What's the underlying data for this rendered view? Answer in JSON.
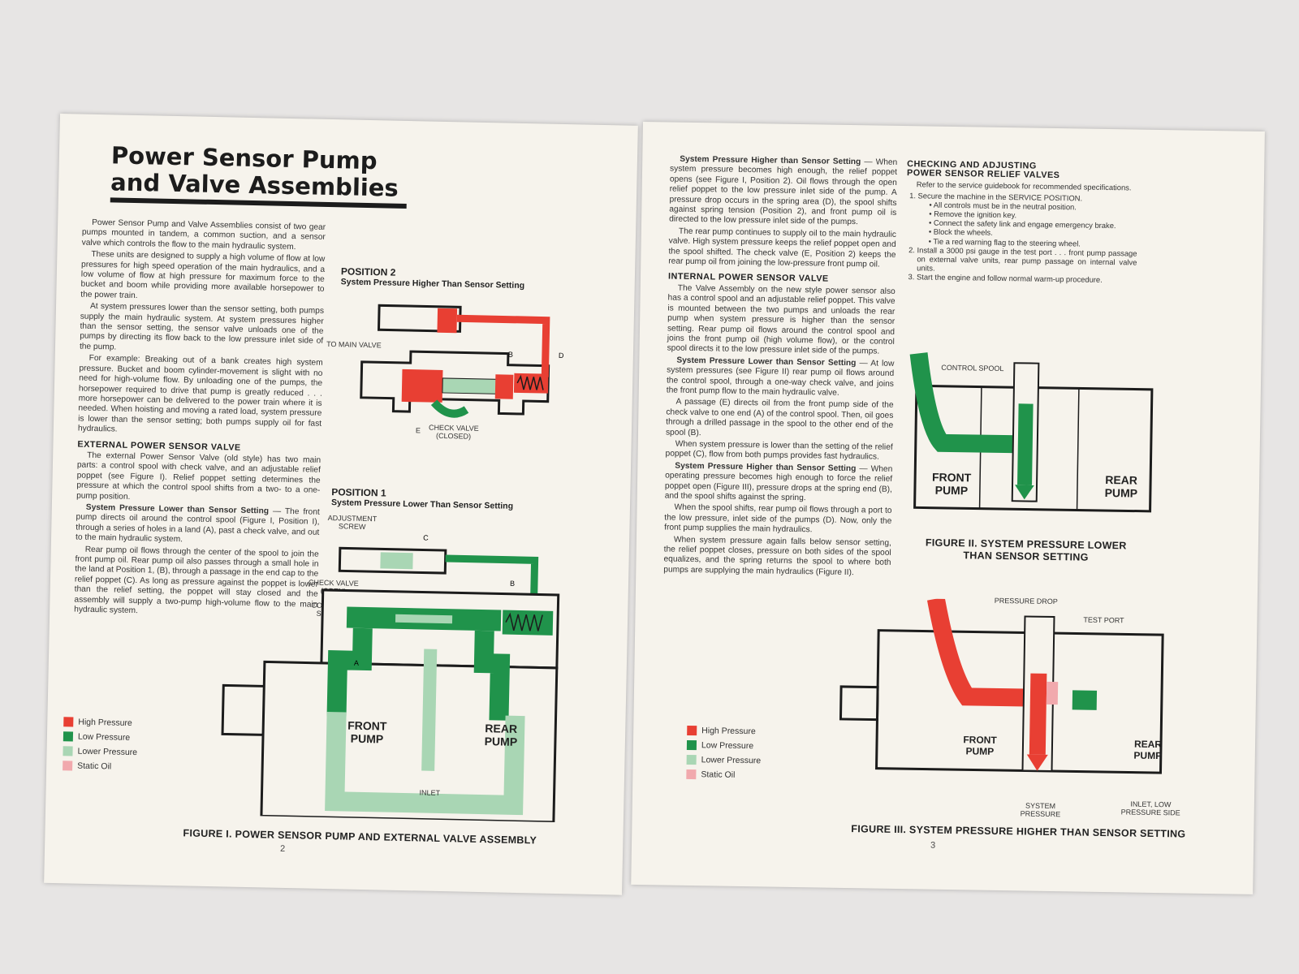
{
  "colors": {
    "high": "#e83f33",
    "low": "#20934b",
    "lower": "#a9d6b4",
    "static": "#f1a9ad",
    "ink": "#1c1c1c"
  },
  "left_page": {
    "title_line1": "Power Sensor Pump",
    "title_line2": "and Valve Assemblies",
    "intro": [
      "Power Sensor Pump and Valve Assemblies consist of two gear pumps mounted in tandem, a common suction, and a sensor valve which controls the flow to the main hydraulic system.",
      "These units are designed to supply a high volume of flow at low pressures for high speed operation of the main hydraulics, and a low volume of flow at high pressure for maximum force to the bucket and boom while providing more available horsepower to the power train.",
      "At system pressures lower than the sensor setting, both pumps supply the main hydraulic system. At system pressures higher than the sensor setting, the sensor valve unloads one of the pumps by directing its flow back to the low pressure inlet side of the pump.",
      "For example: Breaking out of a bank creates high system pressure. Bucket and boom cylinder-movement is slight with no need for high-volume flow. By unloading one of the pumps, the horsepower required to drive that pump is greatly reduced . . . more horsepower can be delivered to the power train where it is needed. When hoisting and moving a rated load, system pressure is lower than the sensor setting; both pumps supply oil for fast hydraulics."
    ],
    "external_heading": "EXTERNAL POWER SENSOR VALVE",
    "external_p1": "The external Power Sensor Valve (old style) has two main parts: a control spool with check valve, and an adjustable relief poppet (see Figure I). Relief poppet setting determines the pressure at which the control spool shifts from a two- to a one-pump position.",
    "external_run_head": "System Pressure Lower than Sensor Setting",
    "external_run_text": " — The front pump directs oil around the control spool (Figure I, Position I), through a series of holes in a land (A), past a check valve, and out to the main hydraulic system.",
    "external_p3": "Rear pump oil flows through the center of the spool to join the front pump oil. Rear pump oil also passes through a small hole in the land at Position 1, (B), through a passage in the end cap to the relief poppet (C). As long as pressure against the poppet is lower than the relief setting, the poppet will stay closed and the assembly will supply a two-pump high-volume flow to the main hydraulic system.",
    "pos2_title": "POSITION 2",
    "pos2_sub": "System Pressure Higher Than Sensor Setting",
    "pos2_to_main": "TO MAIN VALVE",
    "pos2_check_line1": "CHECK VALVE",
    "pos2_check_line2": "(CLOSED)",
    "pos1_title": "POSITION 1",
    "pos1_sub": "System Pressure Lower Than Sensor Setting",
    "pos1_adj_line1": "ADJUSTMENT",
    "pos1_adj_line2": "SCREW",
    "pos1_check_line1": "CHECK VALVE",
    "pos1_check_line2": "(OPEN)",
    "pos1_spool_line1": "CONTROL",
    "pos1_spool_line2": "SPOOL",
    "front_pump": "FRONT PUMP",
    "rear_pump": "REAR PUMP",
    "inlet": "INLET",
    "letters": {
      "a": "A",
      "b": "B",
      "c": "C",
      "d": "D",
      "e": "E"
    },
    "legend": [
      "High Pressure",
      "Low Pressure",
      "Lower Pressure",
      "Static Oil"
    ],
    "figure_caption": "FIGURE I. POWER SENSOR PUMP AND EXTERNAL VALVE ASSEMBLY",
    "page_number": "2"
  },
  "right_page": {
    "col1_run1_head": "System Pressure Higher than Sensor Setting",
    "col1_run1_text": " — When system pressure becomes high enough, the relief poppet opens (see Figure I, Position 2). Oil flows through the open relief poppet to the low pressure inlet side of the pump. A pressure drop occurs in the spring area (D), the spool shifts against spring tension (Position 2), and front pump oil is directed to the low pressure inlet side of the pumps.",
    "col1_p2": "The rear pump continues to supply oil to the main hydraulic valve. High system pressure keeps the relief poppet open and the spool shifted. The check valve (E, Position 2) keeps the rear pump oil from joining the low-pressure front pump oil.",
    "internal_heading": "INTERNAL POWER SENSOR VALVE",
    "internal_p1": "The Valve Assembly on the new style power sensor also has a control spool and an adjustable relief poppet. This valve is mounted between the two pumps and unloads the rear pump when system pressure is higher than the sensor setting. Rear pump oil flows around the control spool and joins the front pump oil (high volume flow), or the control spool directs it to the low pressure inlet side of the pumps.",
    "internal_run1_head": "System Pressure Lower than Sensor Setting",
    "internal_run1_text": " — At low system pressures (see Figure II) rear pump oil flows around the control spool, through a one-way check valve, and joins the front pump flow to the main hydraulic valve.",
    "internal_p3": "A passage (E) directs oil from the front pump side of the check valve to one end (A) of the control spool. Then, oil goes through a drilled passage in the spool to the other end of the spool (B).",
    "internal_p4": "When system pressure is lower than the setting of the relief poppet (C), flow from both pumps provides fast hydraulics.",
    "internal_run2_head": "System Pressure Higher than Sensor Setting",
    "internal_run2_text": " — When operating pressure becomes high enough to force the relief poppet open (Figure III), pressure drops at the spring end (B), and the spool shifts against the spring.",
    "internal_p6": "When the spool shifts, rear pump oil flows through a port to the low pressure, inlet side of the pumps (D). Now, only the front pump supplies the main hydraulics.",
    "internal_p7": "When system pressure again falls below sensor setting, the relief poppet closes, pressure on both sides of the spool equalizes, and the spring returns the spool to where both pumps are supplying the main hydraulics (Figure II).",
    "check_heading_line1": "CHECKING AND ADJUSTING",
    "check_heading_line2": "POWER SENSOR RELIEF VALVES",
    "check_intro": "Refer to the service guidebook for recommended specifications.",
    "steps": [
      "Secure the machine in the SERVICE POSITION.",
      "Install a 3000 psi gauge in the test port . . . front pump passage on external valve units, rear pump passage on internal valve units.",
      "Start the engine and follow normal warm-up procedure."
    ],
    "substeps": [
      "All controls must be in the neutral position.",
      "Remove the ignition key.",
      "Connect the safety link and engage emergency brake.",
      "Block the wheels.",
      "Tie a red warning flag to the steering wheel."
    ],
    "fig2_control_spool": "CONTROL SPOOL",
    "fig2_caption_line1": "FIGURE II. SYSTEM PRESSURE LOWER",
    "fig2_caption_line2": "THAN SENSOR SETTING",
    "fig3_pressure_drop": "PRESSURE DROP",
    "fig3_test_port": "TEST PORT",
    "fig3_system_line1": "SYSTEM",
    "fig3_system_line2": "PRESSURE",
    "fig3_inlet_line1": "INLET, LOW",
    "fig3_inlet_line2": "PRESSURE SIDE",
    "front_pump": "FRONT PUMP",
    "rear_pump": "REAR PUMP",
    "legend": [
      "High Pressure",
      "Low Pressure",
      "Lower Pressure",
      "Static Oil"
    ],
    "fig3_caption": "FIGURE III. SYSTEM PRESSURE HIGHER THAN SENSOR SETTING",
    "page_number": "3"
  }
}
